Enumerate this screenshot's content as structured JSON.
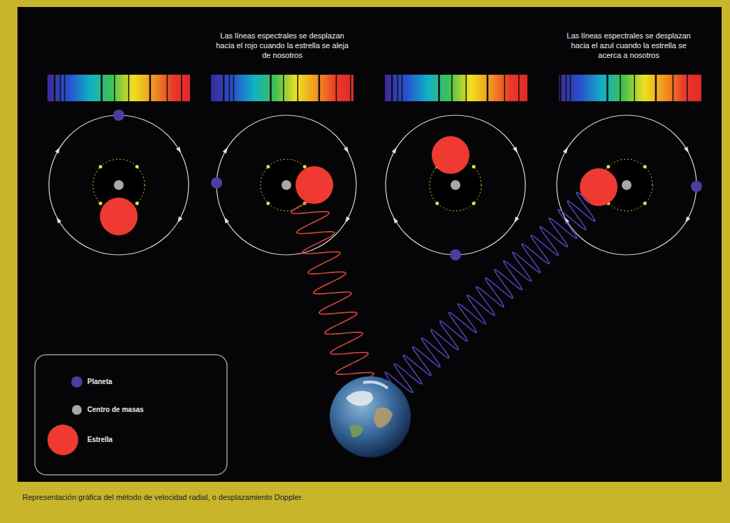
{
  "diagram": {
    "caption": "Representación gráfica del método de velocidad radial, o desplazamiento Doppler.",
    "labels": [
      "Las líneas espectrales se desplazan hacia el rojo cuando la estrella se aleja de nosotros",
      "Las líneas espectrales se desplazan hacia el azul cuando la estrella se acerca a nosotros"
    ],
    "legend": [
      {
        "text": "Planeta",
        "color": "#4a3fa0"
      },
      {
        "text": "Centro de masas",
        "color": "#a8a8a8"
      },
      {
        "text": "Estrella",
        "color": "#ee3a30"
      }
    ]
  }
}
